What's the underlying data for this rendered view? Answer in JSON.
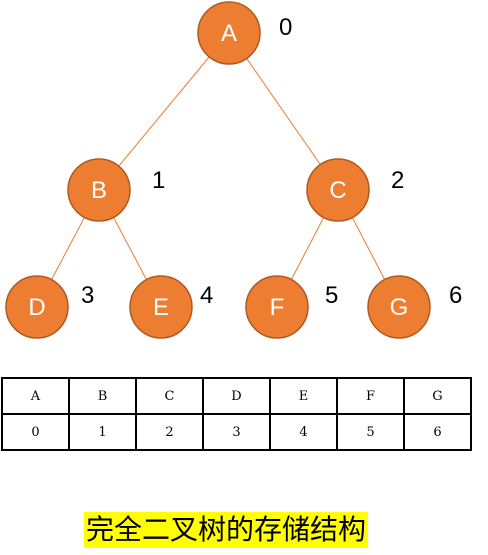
{
  "colors": {
    "node_fill": "#ed7d31",
    "node_stroke": "#ae5a21",
    "edge": "#ed7d31",
    "caption_highlight": "#ffff00"
  },
  "tree": {
    "nodes": [
      {
        "id": "A",
        "label": "A",
        "index": "0"
      },
      {
        "id": "B",
        "label": "B",
        "index": "1"
      },
      {
        "id": "C",
        "label": "C",
        "index": "2"
      },
      {
        "id": "D",
        "label": "D",
        "index": "3"
      },
      {
        "id": "E",
        "label": "E",
        "index": "4"
      },
      {
        "id": "F",
        "label": "F",
        "index": "5"
      },
      {
        "id": "G",
        "label": "G",
        "index": "6"
      }
    ],
    "edges": [
      {
        "from": "A",
        "to": "B"
      },
      {
        "from": "A",
        "to": "C"
      },
      {
        "from": "B",
        "to": "D"
      },
      {
        "from": "B",
        "to": "E"
      },
      {
        "from": "C",
        "to": "F"
      },
      {
        "from": "C",
        "to": "G"
      }
    ]
  },
  "table": {
    "letters": [
      "A",
      "B",
      "C",
      "D",
      "E",
      "F",
      "G"
    ],
    "indexes": [
      "0",
      "1",
      "2",
      "3",
      "4",
      "5",
      "6"
    ]
  },
  "caption": "完全二叉树的存储结构"
}
